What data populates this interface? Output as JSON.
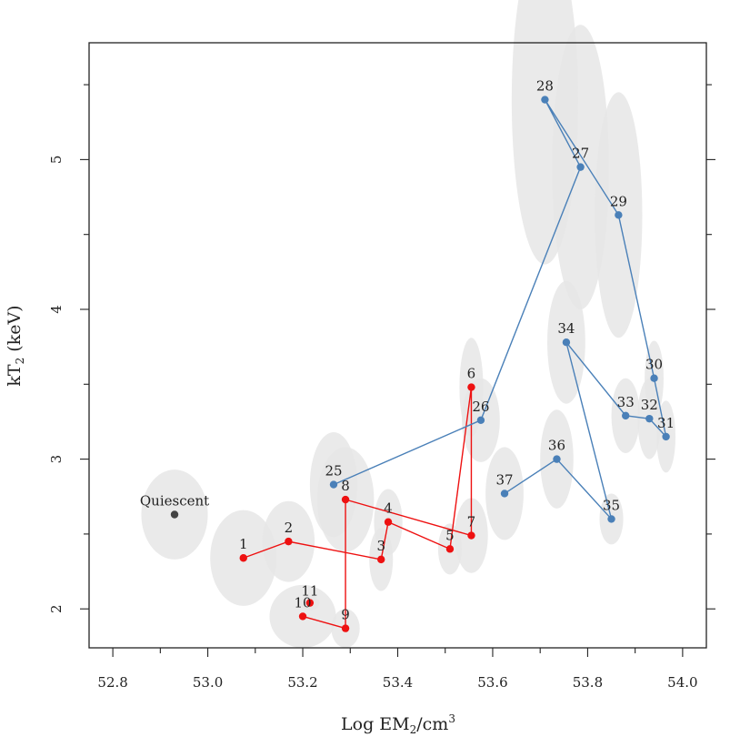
{
  "chart_data": {
    "type": "scatter",
    "xlabel": "Log EM",
    "xlabel_sub": "2",
    "xlabel_unit": "/cm",
    "xlabel_sup": "3",
    "ylabel": "kT",
    "ylabel_sub": "2",
    "ylabel_unit": " (keV)",
    "xlim": [
      52.75,
      54.05
    ],
    "ylim": [
      1.74,
      5.78
    ],
    "x_ticks": [
      52.8,
      53.0,
      53.2,
      53.4,
      53.6,
      53.8,
      54.0
    ],
    "x_tick_labels": [
      "52.8",
      "53.0",
      "53.2",
      "53.4",
      "53.6",
      "53.8",
      "54.0"
    ],
    "x_minor_ticks": [
      52.9,
      53.1,
      53.3,
      53.5,
      53.7,
      53.9
    ],
    "y_ticks": [
      2,
      3,
      4,
      5
    ],
    "y_tick_labels": [
      "2",
      "3",
      "4",
      "5"
    ],
    "y_minor_ticks": [
      2.5,
      3.5,
      4.5,
      5.5
    ],
    "grid": false,
    "colors": {
      "red": "#ee1111",
      "blue": "#4a80b8",
      "quiescent": "#444444",
      "ellipse": "#e6e6e6"
    },
    "quiescent": {
      "label": "Quiescent",
      "x": 52.93,
      "y": 2.63,
      "ex": 0.07,
      "ey": 0.3
    },
    "red_points": [
      {
        "label": "1",
        "x": 53.075,
        "y": 2.34,
        "ex": 0.07,
        "ey": 0.32
      },
      {
        "label": "2",
        "x": 53.17,
        "y": 2.45,
        "ex": 0.055,
        "ey": 0.27
      },
      {
        "label": "3",
        "x": 53.365,
        "y": 2.33,
        "ex": 0.025,
        "ey": 0.21
      },
      {
        "label": "4",
        "x": 53.38,
        "y": 2.58,
        "ex": 0.03,
        "ey": 0.22
      },
      {
        "label": "5",
        "x": 53.51,
        "y": 2.4,
        "ex": 0.025,
        "ey": 0.17
      },
      {
        "label": "6",
        "x": 53.555,
        "y": 3.48,
        "ex": 0.025,
        "ey": 0.33
      },
      {
        "label": "7",
        "x": 53.555,
        "y": 2.49,
        "ex": 0.035,
        "ey": 0.25
      },
      {
        "label": "8",
        "x": 53.29,
        "y": 2.73,
        "ex": 0.06,
        "ey": 0.35
      },
      {
        "label": "9",
        "x": 53.29,
        "y": 1.87,
        "ex": 0.03,
        "ey": 0.13
      },
      {
        "label": "10",
        "x": 53.2,
        "y": 1.95,
        "ex": 0.07,
        "ey": 0.21
      },
      {
        "label": "11",
        "x": 53.215,
        "y": 2.04,
        "ex": 0.02,
        "ey": 0.05
      }
    ],
    "red_path": [
      "1",
      "2",
      "3",
      "4",
      "5",
      "6",
      "7",
      "8",
      "9",
      "10"
    ],
    "blue_points": [
      {
        "label": "25",
        "x": 53.265,
        "y": 2.83,
        "ex": 0.05,
        "ey": 0.35
      },
      {
        "label": "26",
        "x": 53.575,
        "y": 3.26,
        "ex": 0.04,
        "ey": 0.28
      },
      {
        "label": "27",
        "x": 53.785,
        "y": 4.95,
        "ex": 0.06,
        "ey": 0.95
      },
      {
        "label": "28",
        "x": 53.71,
        "y": 5.4,
        "ex": 0.07,
        "ey": 1.1
      },
      {
        "label": "29",
        "x": 53.865,
        "y": 4.63,
        "ex": 0.05,
        "ey": 0.82
      },
      {
        "label": "30",
        "x": 53.94,
        "y": 3.54,
        "ex": 0.02,
        "ey": 0.25
      },
      {
        "label": "31",
        "x": 53.965,
        "y": 3.15,
        "ex": 0.02,
        "ey": 0.24
      },
      {
        "label": "32",
        "x": 53.93,
        "y": 3.27,
        "ex": 0.025,
        "ey": 0.27
      },
      {
        "label": "33",
        "x": 53.88,
        "y": 3.29,
        "ex": 0.03,
        "ey": 0.25
      },
      {
        "label": "34",
        "x": 53.755,
        "y": 3.78,
        "ex": 0.04,
        "ey": 0.41
      },
      {
        "label": "35",
        "x": 53.85,
        "y": 2.6,
        "ex": 0.025,
        "ey": 0.17
      },
      {
        "label": "36",
        "x": 53.735,
        "y": 3.0,
        "ex": 0.035,
        "ey": 0.33
      },
      {
        "label": "37",
        "x": 53.625,
        "y": 2.77,
        "ex": 0.04,
        "ey": 0.31
      }
    ],
    "blue_path": [
      "25",
      "26",
      "27",
      "28",
      "29",
      "30",
      "31",
      "32",
      "33",
      "34",
      "35",
      "36",
      "37"
    ]
  }
}
